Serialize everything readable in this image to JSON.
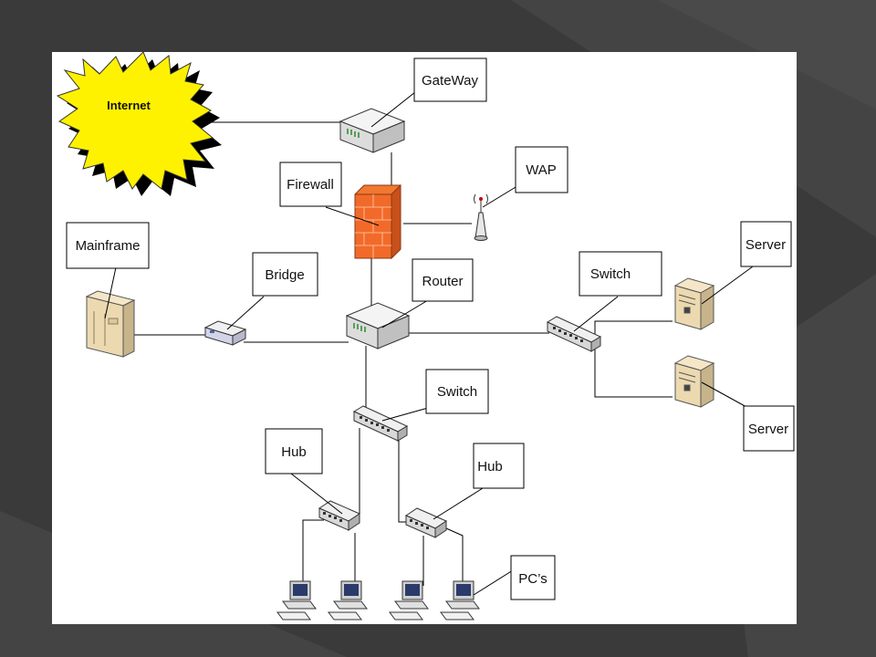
{
  "diagram": {
    "cloud_label": "Internet",
    "labels": {
      "gateway": "GateWay",
      "wap": "WAP",
      "firewall": "Firewall",
      "mainframe": "Mainframe",
      "bridge": "Bridge",
      "router": "Router",
      "switch_main": "Switch",
      "switch_right": "Switch",
      "server_top": "Server",
      "server_bottom": "Server",
      "hub_left": "Hub",
      "hub_right": "Hub",
      "pcs": "PC’s"
    }
  },
  "theme": {
    "background": "#3b3b3b",
    "canvas": "#ffffff",
    "burst_fill": "#fff200",
    "firewall": "#f07830"
  }
}
